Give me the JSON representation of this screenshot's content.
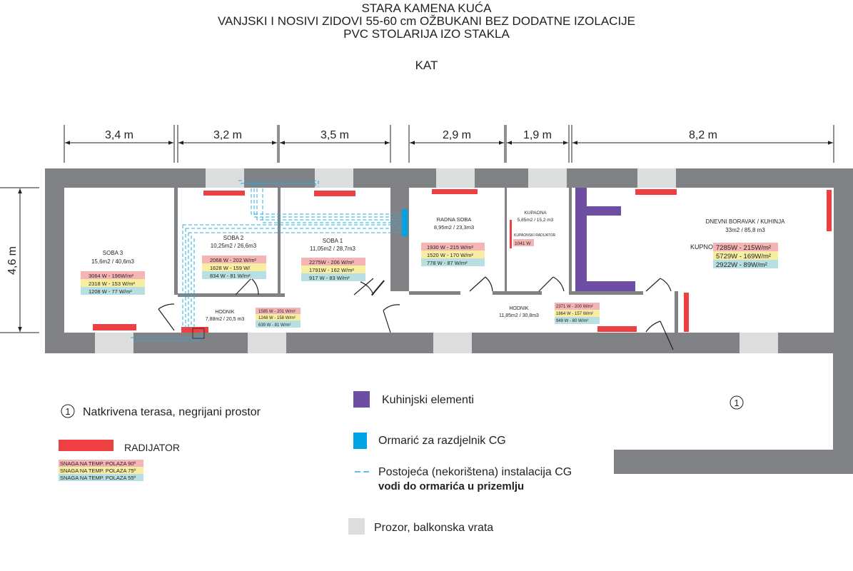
{
  "header": {
    "line1": "STARA KAMENA KUĆA",
    "line2": "VANJSKI I NOSIVI ZIDOVI 55-60 cm OŽBUKANI BEZ DODATNE IZOLACIJE",
    "line3": "PVC STOLARIJA IZO STAKLA",
    "floor": "KAT"
  },
  "dimensions": {
    "d1": "3,4 m",
    "d2": "3,2 m",
    "d3": "3,5 m",
    "d4": "2,9 m",
    "d5": "1,9 m",
    "d6": "8,2 m",
    "height": "4,6 m"
  },
  "rooms": {
    "soba3": {
      "name": "SOBA 3",
      "area": "15,6m2 /  40,6m3",
      "p90": "3064 W - 196W/m²",
      "p75": "2318 W - 153 W/m²",
      "p55": "1208 W - 77 W/m²"
    },
    "soba2": {
      "name": "SOBA 2",
      "area": "10,25m2 / 26,6m3",
      "p90": "2068 W - 202 W/m²",
      "p75": "1628 W - 159 W/",
      "p55": "834 W - 81 W/m²"
    },
    "soba1": {
      "name": "SOBA 1",
      "area": "11,05m2 / 28,7m3",
      "p90": "2275W - 206 W/m²",
      "p75": "1791W - 162 W/m²",
      "p55": "917 W - 83 W/m²"
    },
    "hodnik1": {
      "name": "HODNIK",
      "area": "7,88m2 /  20,5 m3",
      "p90": "1585 W - 201 W/m²",
      "p75": "1248 W - 158 W/m²",
      "p55": "639 W - 81 W/m²"
    },
    "radna": {
      "name": "RADNA SOBA",
      "area": "8,95m2 / 23,3m3",
      "p90": "1930 W  - 215 W/m²",
      "p75": "1520 W - 170 W/m²",
      "p55": "778 W - 87 W/m²"
    },
    "kupaona": {
      "name": "KUPAONA",
      "area": "5,85m2 / 15,2 m3",
      "radiator": "KUPAONSKI RADIJATOR",
      "p90": "1041 W"
    },
    "hodnik2": {
      "name": "HODNIK",
      "area": "11,85m2 / 30,8m3",
      "p90": "2371 W - 200 W/m²",
      "p75": "1864 W - 157 W/m²",
      "p55": "949 W - 80 W/m²"
    },
    "dnevni": {
      "name": "DNEVNI BORAVAK / KUHINJA",
      "area": "33m2 / 85,8 m3",
      "label": "KUPNO:",
      "p90": "7285W - 215W/m²",
      "p75": "5729W - 169W/m²",
      "p55": "2922W - 89W/m²"
    }
  },
  "terrace_marker": "1",
  "legend": {
    "terrace_num": "1",
    "terrace": "Natkrivena terasa, negrijani prostor",
    "radiator": "RADIJATOR",
    "s90": "SNAGA NA TEMP. POLAZA 90º",
    "s75": "SNAGA NA TEMP. POLAZA 75º",
    "s55": "SNAGA NA TEMP. POLAZA 55º",
    "kitchen": "Kuhinjski elementi",
    "cabinet": "Ormarić za razdjelnik CG",
    "install1": "Postojeća (nekorištena) instalacija CG",
    "install2": "vodi do ormarića u prizemlju",
    "window": "Prozor, balkonska vrata"
  },
  "colors": {
    "wall": "#808285",
    "window": "#dcdddd",
    "radiator": "#ee4043",
    "kitchen": "#6d4ea2",
    "cabinet": "#00a4e4",
    "pipe": "#29abe2",
    "p90": "#f5b5b5",
    "p75": "#f7eea3",
    "p55": "#b8e0e3"
  }
}
